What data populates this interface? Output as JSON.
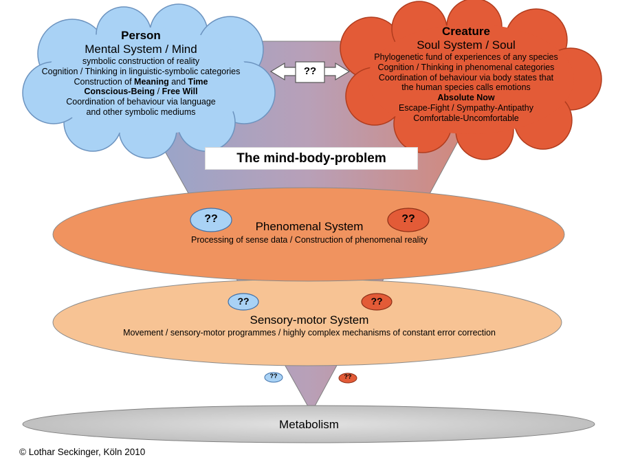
{
  "person": {
    "title": "Person",
    "subtitle": "Mental System / Mind",
    "lines": [
      "symbolic construction of reality",
      "Cognition / Thinking in linguistic-symbolic categories"
    ],
    "meaning_pre": "Construction of ",
    "meaning_bold1": "Meaning",
    "meaning_mid": " and ",
    "meaning_bold2": "Time",
    "conscious_bold1": "Conscious-Being",
    "conscious_mid": " / ",
    "conscious_bold2": "Free Will",
    "lines2": [
      "Coordination of behaviour via language",
      "and other symbolic mediums"
    ]
  },
  "creature": {
    "title": "Creature",
    "subtitle": "Soul System / Soul",
    "lines": [
      "Phylogenetic fund of experiences of any species",
      "Cognition / Thinking in phenomenal categories",
      "Coordination of behaviour via body states that",
      "the human species calls emotions"
    ],
    "absolute_now": "Absolute Now",
    "lines2": [
      "Escape-Fight / Sympathy-Antipathy",
      "Comfortable-Uncomfortable"
    ]
  },
  "link_label": "??",
  "main_title": "The mind-body-problem",
  "phenomenal": {
    "title": "Phenomenal System",
    "desc": "Processing of sense data / Construction of phenomenal reality",
    "q_left": "??",
    "q_right": "??"
  },
  "sensory": {
    "title": "Sensory-motor System",
    "desc": "Movement / sensory-motor programmes / highly complex mechanisms of constant error correction",
    "q_left": "??",
    "q_right": "??"
  },
  "small_q_left": "??",
  "small_q_right": "??",
  "metabolism": "Metabolism",
  "copyright": "© Lothar Seckinger, Köln 2010",
  "colors": {
    "person_blue": "#a9d2f5",
    "creature_red": "#e35b37",
    "phenomenal_orange": "#f0935f",
    "sensory_peach": "#f7c394",
    "metabolism_grey": "#c8c8c8"
  }
}
